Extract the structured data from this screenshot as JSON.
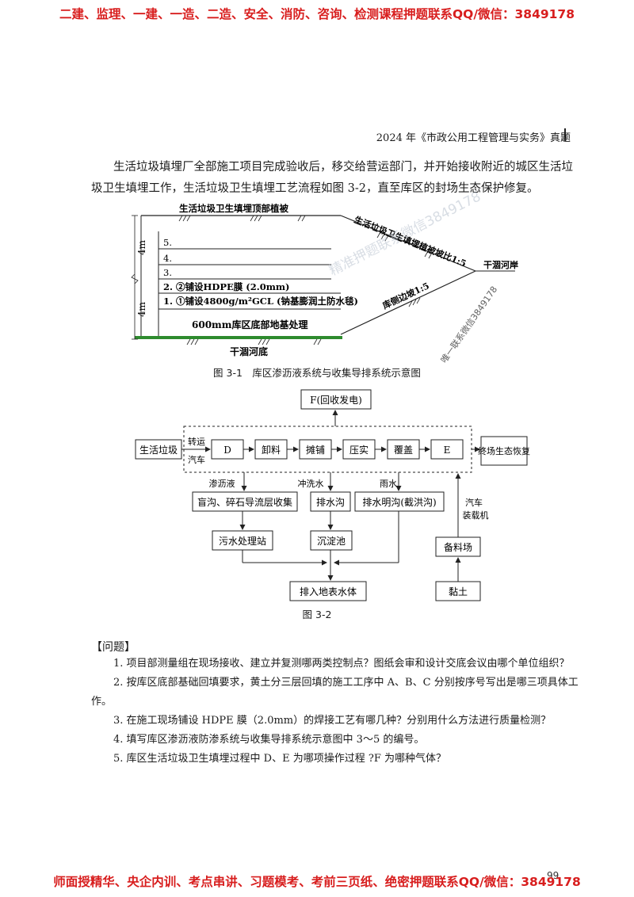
{
  "banners": {
    "top": "二建、监理、一建、一造、二造、安全、消防、咨询、检测课程押题联系QQ/微信：3849178",
    "bottom": "师面授精华、央企内训、考点串讲、习题模考、考前三页纸、绝密押题联系QQ/微信：3849178"
  },
  "header": "2024 年《市政公用工程管理与实务》真题",
  "paragraph": "生活垃圾填埋厂全部施工项目完成验收后，移交给营运部门，并开始接收附近的城区生活垃圾卫生填埋工作，生活垃圾卫生填埋工艺流程如图 3-2，直至库区的封场生态保护修复。",
  "figure1": {
    "caption": "图 3-1　库区渗沥液系统与收集导排系统示意图",
    "top_label": "生活垃圾卫生填埋顶部植被",
    "slope_upper": "生活垃圾卫生填埋植被坡比1:5",
    "slope_lower": "库侧边坡1:5",
    "river_bank": "干涸河岸",
    "river_bed": "干涸河底",
    "dim_upper": "4m",
    "dim_lower": "4m",
    "layers": [
      "5.",
      "4.",
      "3.",
      "2. ②铺设HDPE膜 (2.0mm)",
      "1. ①铺设4800g/m²GCL (钠基膨润土防水毯)"
    ],
    "base": "600mm库区底部地基处理"
  },
  "figure2": {
    "caption": "图 3-2",
    "nodes": {
      "garbage": "生活垃圾",
      "transfer_top": "转运",
      "transfer_bottom": "汽车",
      "d": "D",
      "unload": "卸料",
      "spread": "摊铺",
      "compact": "压实",
      "cover": "覆盖",
      "e": "E",
      "restore": "终场生态恢复",
      "f": "F(回收发电)",
      "leachate": "渗沥液",
      "washwater": "冲洗水",
      "rain": "雨水",
      "blind_ditch": "盲沟、碎石导流层收集",
      "drain_ditch": "排水沟",
      "open_ditch": "排水明沟(截洪沟)",
      "sewage": "污水处理站",
      "settling": "沉淀池",
      "discharge": "排入地表水体",
      "truck_top": "汽车",
      "truck_bottom": "装载机",
      "material_yard": "备料场",
      "clay": "黏土"
    }
  },
  "questions": {
    "title": "【问题】",
    "q1": "1. 项目部测量组在现场接收、建立并复测哪两类控制点？图纸会审和设计交底会议由哪个单位组织？",
    "q2": "2. 按库区底部基础回填要求，黄土分三层回填的施工工序中 A、B、C 分别按序号写出是哪三项具体工作。",
    "q3": "3. 在施工现场铺设 HDPE 膜（2.0mm）的焊接工艺有哪几种？分别用什么方法进行质量检测？",
    "q4": "4. 填写库区渗沥液防渗系统与收集导排系统示意图中 3～5 的编号。",
    "q5": "5. 库区生活垃圾卫生填埋过程中 D、E 为哪项操作过程 ?F 为哪种气体？"
  },
  "page_number": "99",
  "watermarks": {
    "wm1": "精准押题联系微信3849178",
    "wm2": "唯一联系微信3849178"
  },
  "colors": {
    "banner": "#d81e1e",
    "base_line": "#2e8b2e"
  }
}
